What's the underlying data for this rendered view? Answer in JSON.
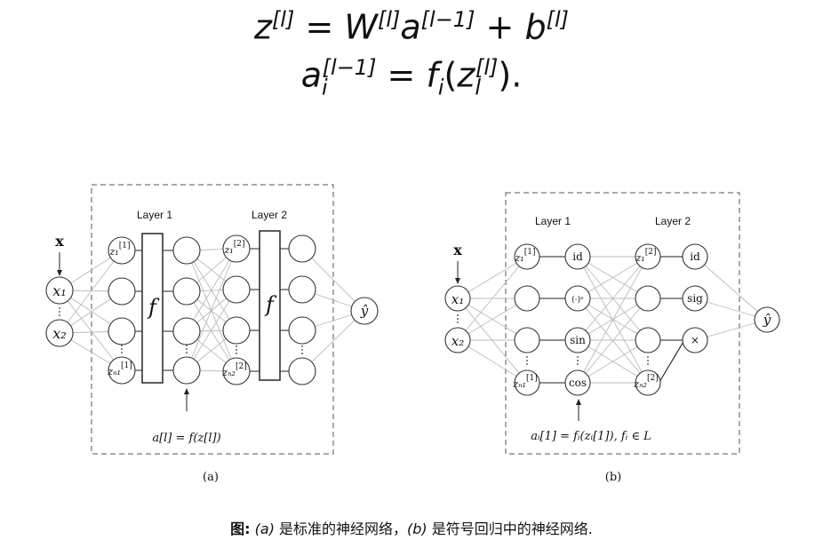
{
  "equations": {
    "eq1": {
      "lhs": "z",
      "lhs_sup": "[l]",
      "eq": "=",
      "w": "W",
      "w_sup": "[l]",
      "a": "a",
      "a_sup": "[l−1]",
      "plus": "+",
      "b": "b",
      "b_sup": "[l]"
    },
    "eq2": {
      "lhs": "a",
      "lhs_sub": "i",
      "lhs_sup": "[l−1]",
      "eq": "=",
      "f": "f",
      "f_sub": "i",
      "arg": "z",
      "arg_sub": "l",
      "arg_sup": "[l]",
      "tail": ")."
    }
  },
  "diagram_a": {
    "layer1_label": "Layer 1",
    "layer2_label": "Layer 2",
    "input_label": "x",
    "inputs": [
      "x₁",
      "x₂"
    ],
    "z1_top": "z₁",
    "z1_top_sup": "[1]",
    "z1_bot": "zₙ₁",
    "z1_bot_sup": "[1]",
    "z2_top": "z₁",
    "z2_top_sup": "[2]",
    "z2_bot": "zₙ₂",
    "z2_bot_sup": "[2]",
    "activation": "f",
    "output": "ŷ",
    "formula": "a[l] = f(z[l])",
    "sublabel": "(a)"
  },
  "diagram_b": {
    "layer1_label": "Layer 1",
    "layer2_label": "Layer 2",
    "input_label": "x",
    "inputs": [
      "x₁",
      "x₂"
    ],
    "z1_top": "z₁",
    "z1_top_sup": "[1]",
    "z1_bot": "zₙ₁",
    "z1_bot_sup": "[1]",
    "z2_top": "z₁",
    "z2_top_sup": "[2]",
    "z2_bot": "zₙ₂",
    "z2_bot_sup": "[2]",
    "layer1_ops": [
      "id",
      "(·)ⁿ",
      "sin",
      "cos"
    ],
    "layer2_ops": [
      "id",
      "sig",
      "×"
    ],
    "output": "ŷ",
    "formula": "aᵢ[1] = fᵢ(zᵢ[1]), fᵢ ∈ L",
    "sublabel": "(b)"
  },
  "caption": {
    "prefix": "图",
    "colon": ":",
    "a": "(a)",
    "text1": " 是标准的神经网络，",
    "b": "(b)",
    "text2": " 是符号回归中的神经网络."
  }
}
